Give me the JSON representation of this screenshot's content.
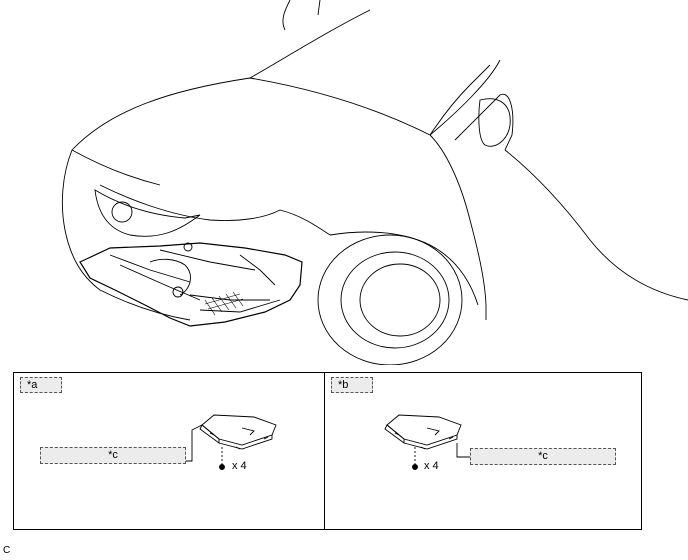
{
  "panels": [
    {
      "tag": "*a",
      "callout": "*c",
      "quantity": "x 4"
    },
    {
      "tag": "*b",
      "callout": "*c",
      "quantity": "x 4"
    }
  ],
  "footer_code": "C"
}
